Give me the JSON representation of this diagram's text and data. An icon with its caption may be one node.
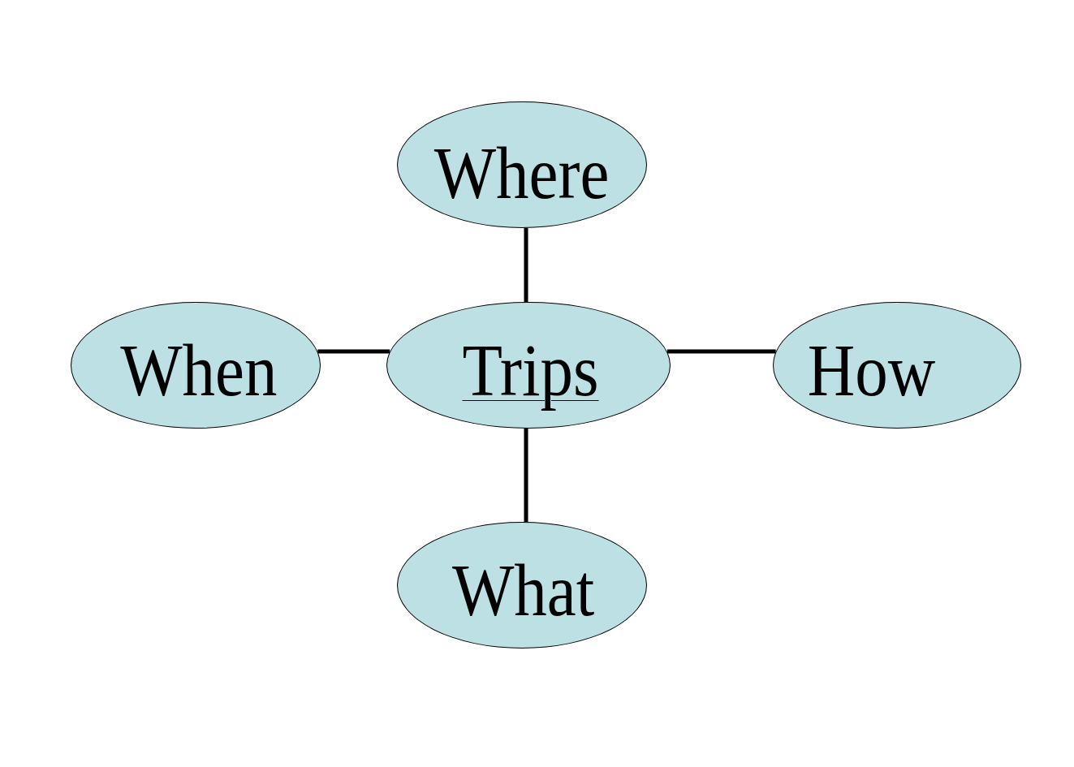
{
  "diagram": {
    "nodes": [
      {
        "text": [
          "Where"
        ]
      },
      {
        "text": [
          "When"
        ]
      },
      {
        "text": [
          "Trips"
        ]
      },
      {
        "text": [
          "How"
        ]
      },
      {
        "text": [
          "What"
        ]
      }
    ],
    "edges": [
      {
        "from": 2,
        "to": 0,
        "arrow": "none"
      },
      {
        "from": 2,
        "to": 1,
        "arrow": "none"
      },
      {
        "from": 2,
        "to": 3,
        "arrow": "none"
      },
      {
        "from": 2,
        "to": 4,
        "arrow": "none"
      }
    ]
  }
}
